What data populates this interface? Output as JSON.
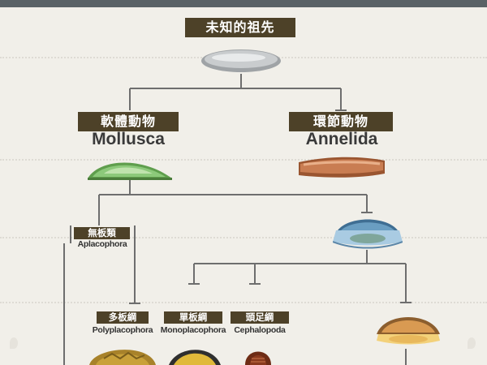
{
  "root": {
    "label": "未知的祖先"
  },
  "branches": [
    {
      "chinese": "軟體動物",
      "latin": "Mollusca"
    },
    {
      "chinese": "環節動物",
      "latin": "Annelida"
    }
  ],
  "classes": [
    {
      "chinese": "無板類",
      "latin": "Aplacophora"
    },
    {
      "chinese": "多板綱",
      "latin": "Polyplacophora"
    },
    {
      "chinese": "單板綱",
      "latin": "Monoplacophora"
    },
    {
      "chinese": "頭足綱",
      "latin": "Cephalopoda"
    }
  ],
  "colors": {
    "banner": "#4d4128",
    "line": "#6e6e6e",
    "background": "#f1efe9",
    "ancestor": "#c9ccce",
    "mollusca": "#8cc97a",
    "annelida": "#c97d52",
    "ancestral_mollusc": "#6a9ec2",
    "gastropod_like": "#d99a52",
    "polyplacophora": "#c9a13a",
    "monoplacophora": "#e0b93a",
    "cephalopoda": "#8a3a1e"
  }
}
